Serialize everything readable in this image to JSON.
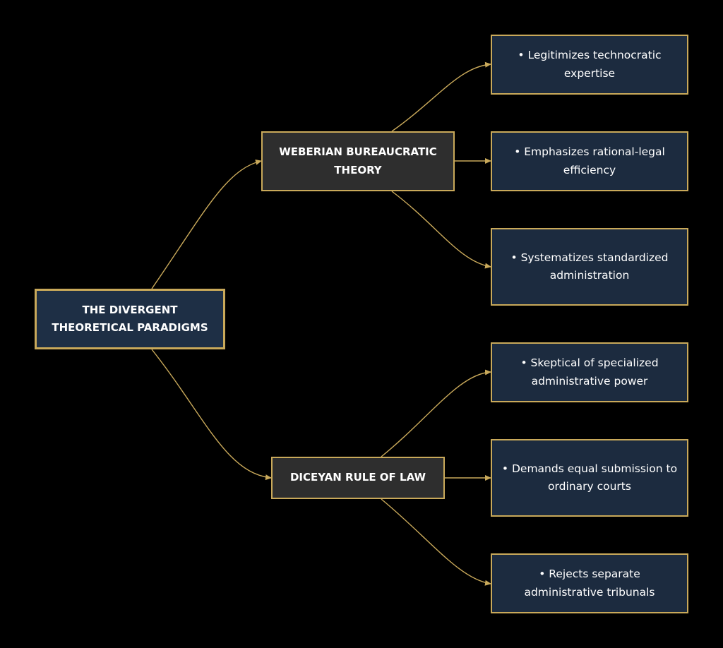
{
  "root": {
    "label": "THE DIVERGENT THEORETICAL PARADIGMS"
  },
  "branches": [
    {
      "label": "WEBERIAN BUREAUCRATIC THEORY"
    },
    {
      "label": "DICEYAN RULE OF LAW"
    }
  ],
  "leaves": [
    {
      "label": "• Legitimizes technocratic expertise"
    },
    {
      "label": "• Emphasizes rational-legal efficiency"
    },
    {
      "label": "• Systematizes standardized administration"
    },
    {
      "label": "• Skeptical of specialized administrative power"
    },
    {
      "label": "• Demands equal submission to ordinary courts"
    },
    {
      "label": "• Rejects separate administrative tribunals"
    }
  ],
  "colors": {
    "background": "#000000",
    "edge": "#c9a95a",
    "root_fill": "#1e2f45",
    "branch_fill": "#2e2e2e",
    "leaf_fill": "#1c2b3f",
    "text": "#ffffff"
  }
}
